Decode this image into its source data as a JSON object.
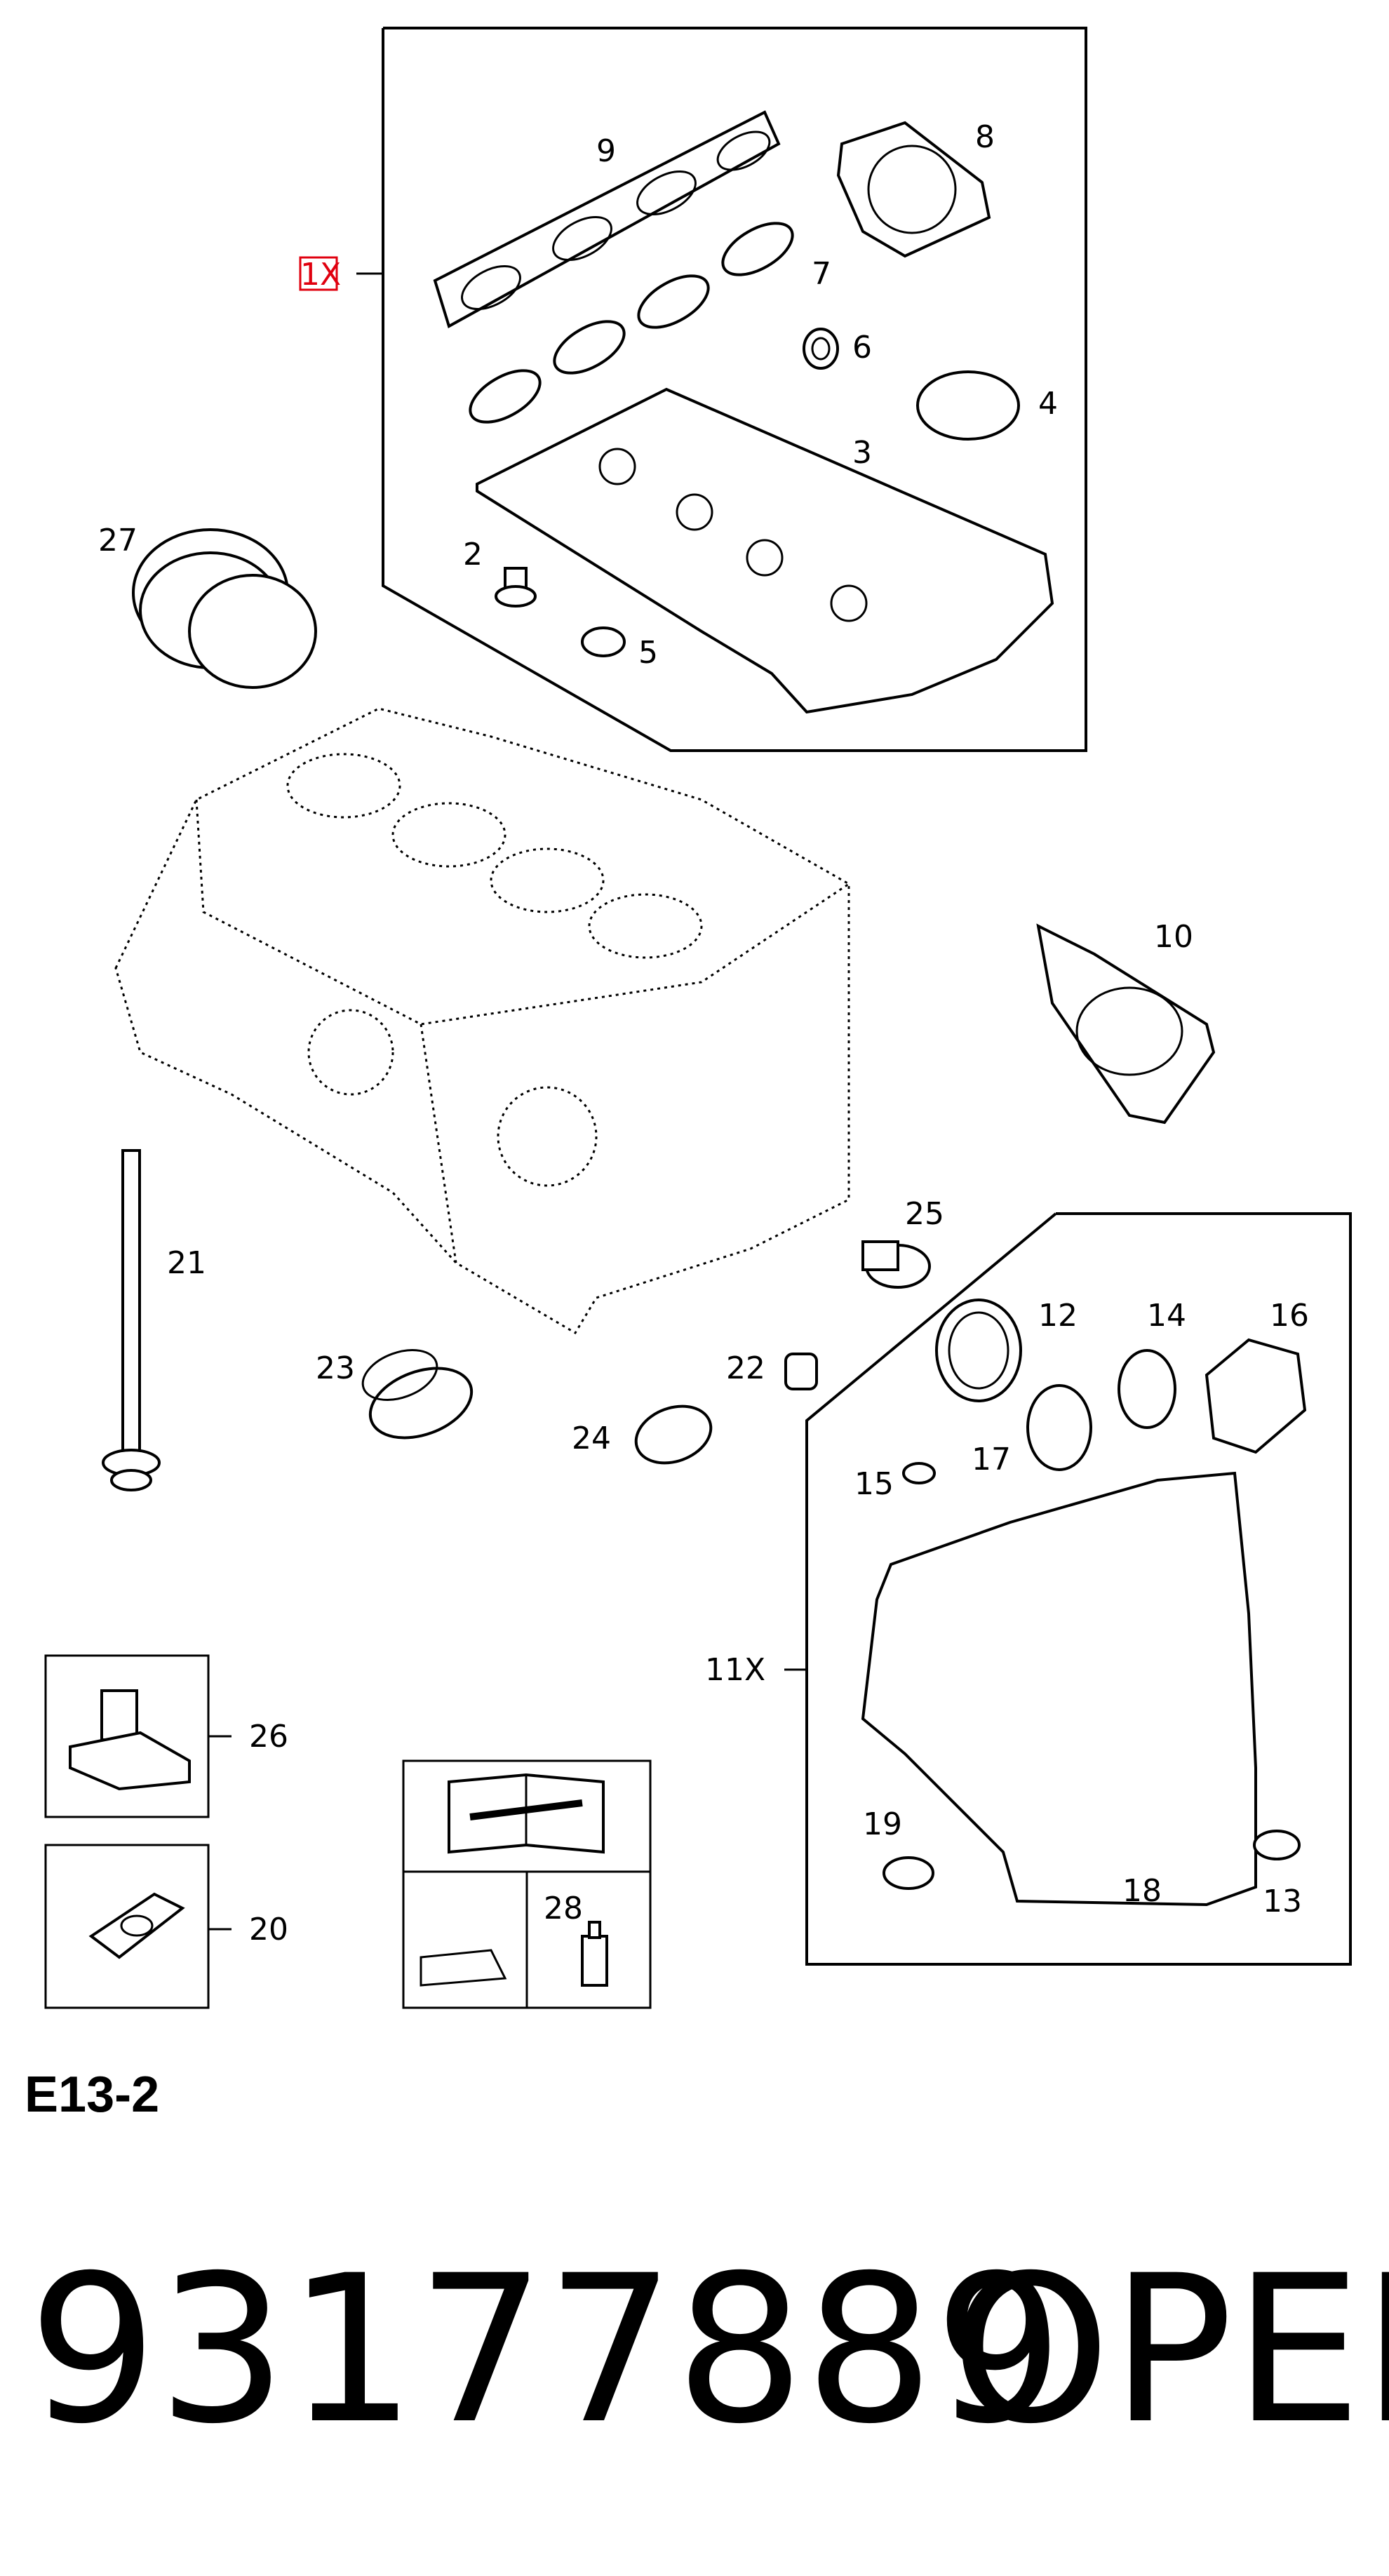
{
  "diagram": {
    "code": "E13-2",
    "part_number": "93177889",
    "brand": "OPEL",
    "kit_labels": {
      "top_kit": "1X",
      "timing_kit": "11X"
    },
    "callouts": [
      {
        "id": "c1",
        "label": "2"
      },
      {
        "id": "c2",
        "label": "3"
      },
      {
        "id": "c3",
        "label": "4"
      },
      {
        "id": "c4",
        "label": "5"
      },
      {
        "id": "c5",
        "label": "6"
      },
      {
        "id": "c6",
        "label": "7"
      },
      {
        "id": "c7",
        "label": "8"
      },
      {
        "id": "c8",
        "label": "9"
      },
      {
        "id": "c9",
        "label": "10"
      },
      {
        "id": "c10",
        "label": "12"
      },
      {
        "id": "c11",
        "label": "13"
      },
      {
        "id": "c12",
        "label": "14"
      },
      {
        "id": "c13",
        "label": "15"
      },
      {
        "id": "c14",
        "label": "16"
      },
      {
        "id": "c15",
        "label": "17"
      },
      {
        "id": "c16",
        "label": "18"
      },
      {
        "id": "c17",
        "label": "19"
      },
      {
        "id": "c18",
        "label": "20"
      },
      {
        "id": "c19",
        "label": "21"
      },
      {
        "id": "c20",
        "label": "22"
      },
      {
        "id": "c21",
        "label": "23"
      },
      {
        "id": "c22",
        "label": "24"
      },
      {
        "id": "c23",
        "label": "25"
      },
      {
        "id": "c24",
        "label": "26"
      },
      {
        "id": "c25",
        "label": "27"
      },
      {
        "id": "c26",
        "label": "28"
      }
    ],
    "colors": {
      "ink": "#000000",
      "highlight": "#e0000f",
      "background": "#ffffff"
    }
  }
}
